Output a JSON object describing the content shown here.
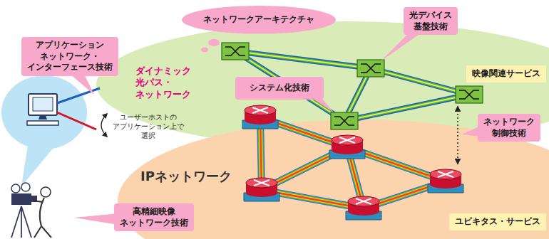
{
  "diagram": {
    "nodes": [
      {
        "text": [
          "アプリケーション ネットワーク・ インターフェース技術"
        ]
      },
      {
        "text": [
          "ネットワークアーキテクチャ"
        ]
      },
      {
        "text": [
          "光デバイス 基盤技術"
        ]
      },
      {
        "text": [
          "ダイナミック 光パス・ ネットワーク"
        ]
      },
      {
        "text": [
          "システム化技術"
        ]
      },
      {
        "text": [
          "映像関連サービス"
        ],
        "in": 3
      },
      {
        "text": [
          "ネットワーク 制御技術"
        ]
      },
      {
        "text": [
          "IPネットワーク"
        ]
      },
      {
        "text": [
          "ユビキタス・サービス"
        ],
        "in": 7
      },
      {
        "text": [
          "高精細映像 ネットワーク技術"
        ]
      }
    ],
    "labels": [
      "ユーザーホストの アプリケーション上で 選択"
    ]
  }
}
